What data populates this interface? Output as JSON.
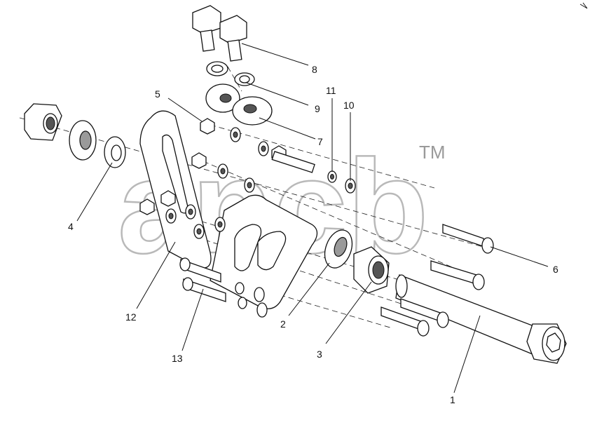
{
  "watermark": {
    "text": "ancb",
    "trademark": "TM"
  },
  "callouts": [
    {
      "id": "1",
      "label": "1"
    },
    {
      "id": "2",
      "label": "2"
    },
    {
      "id": "3",
      "label": "3"
    },
    {
      "id": "4",
      "label": "4"
    },
    {
      "id": "5",
      "label": "5"
    },
    {
      "id": "6",
      "label": "6"
    },
    {
      "id": "7",
      "label": "7"
    },
    {
      "id": "8",
      "label": "8"
    },
    {
      "id": "9",
      "label": "9"
    },
    {
      "id": "10",
      "label": "10"
    },
    {
      "id": "11",
      "label": "11"
    },
    {
      "id": "12",
      "label": "12"
    },
    {
      "id": "13",
      "label": "13"
    }
  ]
}
